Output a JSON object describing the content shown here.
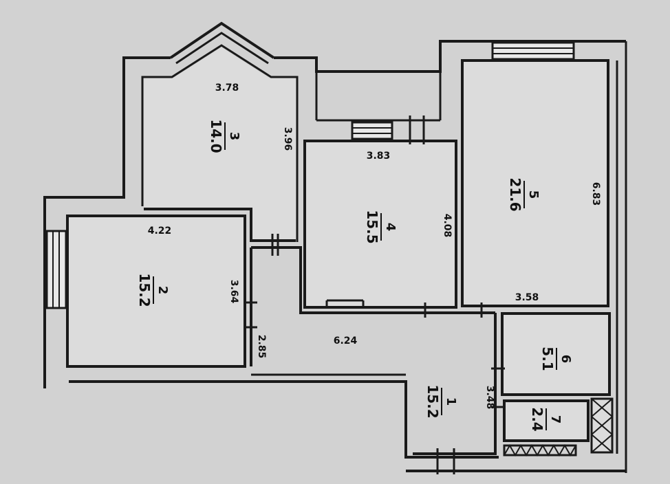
{
  "rooms": [
    {
      "id": "1",
      "number": "1",
      "area": "15.2"
    },
    {
      "id": "2",
      "number": "2",
      "area": "15.2"
    },
    {
      "id": "3",
      "number": "3",
      "area": "14.0"
    },
    {
      "id": "4",
      "number": "4",
      "area": "15.5"
    },
    {
      "id": "5",
      "number": "5",
      "area": "21.6"
    },
    {
      "id": "6",
      "number": "6",
      "area": "5.1"
    },
    {
      "id": "7",
      "number": "7",
      "area": "2.4"
    }
  ],
  "dimensions": {
    "room3_width": "3.78",
    "room3_depth": "3.96",
    "room4_width": "3.83",
    "room4_depth": "4.08",
    "room2_width": "4.22",
    "room2_depth": "3.64",
    "room5_depth": "6.83",
    "room5_width": "3.58",
    "hall_length": "6.24",
    "hall_width": "2.85",
    "room1_depth": "3.48"
  },
  "colors": {
    "paper": "#d2d2d2",
    "floor": "#dcdcdc",
    "wall": "#1a1a1a"
  }
}
